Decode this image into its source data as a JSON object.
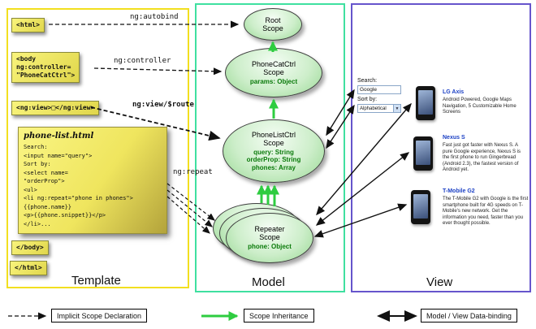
{
  "columns": {
    "template": "Template",
    "model": "Model",
    "view": "View"
  },
  "template": {
    "html_open": "<html>",
    "body_open": "<body\nng:controller=\n\"PhoneCatCtrl\">",
    "ng_view": "<ng:view>□</ng:view>",
    "body_close": "</body>",
    "html_close": "</html>",
    "note": {
      "title": "phone-list.html",
      "code": "Search:\n<input name=\"query\">\nSort by:\n<select name=\n\"orderProp\">\n<ul>\n<li ng:repeat=\"phone in phones\">\n{{phone.name}}\n<p>{{phone.snippet}}</p>\n</li>..."
    }
  },
  "arrow_labels": {
    "autobind": "ng:autobind",
    "controller": "ng:controller",
    "view_route": "ng:view/$route",
    "repeat": "ng:repeat"
  },
  "model": {
    "root": {
      "title": "Root\nScope"
    },
    "phonecat": {
      "title": "PhoneCatCtrl\nScope",
      "props": "params: Object"
    },
    "phonelist": {
      "title": "PhoneListCtrl\nScope",
      "props": "query: String\norderProp: String\nphones: Array"
    },
    "repeater": {
      "title": "Repeater\nScope",
      "props": "phone: Object"
    }
  },
  "view": {
    "search_label": "Search:",
    "search_value": "Google",
    "sort_label": "Sort by:",
    "sort_value": "Alphabetical",
    "dropdown_glyph": "▼",
    "phones": [
      {
        "name": "LG Axis",
        "desc": "Android Powered, Google Maps Navigation, 5 Customizable Home Screens"
      },
      {
        "name": "Nexus S",
        "desc": "Fast just got faster with Nexus S. A pure Google experience, Nexus S is the first phone to run Gingerbread (Android 2.3), the fastest version of Android yet."
      },
      {
        "name": "T-Mobile G2",
        "desc": "The T-Mobile G2 with Google is the first smartphone built for 4G speeds on T-Mobile's new network. Get the information you need, faster than you ever thought possible."
      }
    ]
  },
  "legend": {
    "implicit": "Implicit Scope Declaration",
    "inheritance": "Scope Inheritance",
    "binding": "Model / View Data-binding"
  },
  "colors": {
    "template_border": "#f2df1f",
    "model_border": "#3fe0a0",
    "view_border": "#6655cc",
    "inheritance_green": "#2ecc40"
  }
}
